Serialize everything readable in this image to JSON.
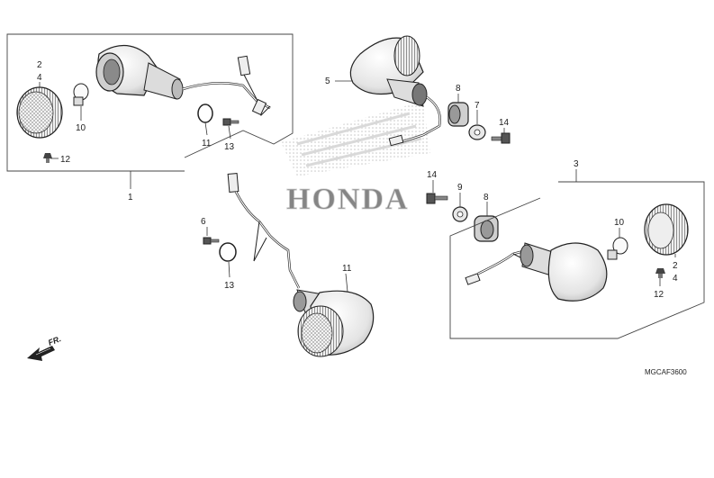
{
  "diagram": {
    "callouts": [
      {
        "id": "c1",
        "text": "1"
      },
      {
        "id": "c2a",
        "text": "2"
      },
      {
        "id": "c4a",
        "text": "4"
      },
      {
        "id": "c10a",
        "text": "10"
      },
      {
        "id": "c12a",
        "text": "12"
      },
      {
        "id": "c11a",
        "text": "11"
      },
      {
        "id": "c13a",
        "text": "13"
      },
      {
        "id": "c5",
        "text": "5"
      },
      {
        "id": "c8a",
        "text": "8"
      },
      {
        "id": "c7",
        "text": "7"
      },
      {
        "id": "c14a",
        "text": "14"
      },
      {
        "id": "c14b",
        "text": "14"
      },
      {
        "id": "c9",
        "text": "9"
      },
      {
        "id": "c8b",
        "text": "8"
      },
      {
        "id": "c6",
        "text": "6"
      },
      {
        "id": "c13b",
        "text": "13"
      },
      {
        "id": "c11b",
        "text": "11"
      },
      {
        "id": "c3",
        "text": "3"
      },
      {
        "id": "c10b",
        "text": "10"
      },
      {
        "id": "c2b",
        "text": "2"
      },
      {
        "id": "c4b",
        "text": "4"
      },
      {
        "id": "c12b",
        "text": "12"
      }
    ],
    "direction_label": "FR.",
    "watermark": "HONDA",
    "diagram_code": "MGCAF3600"
  }
}
